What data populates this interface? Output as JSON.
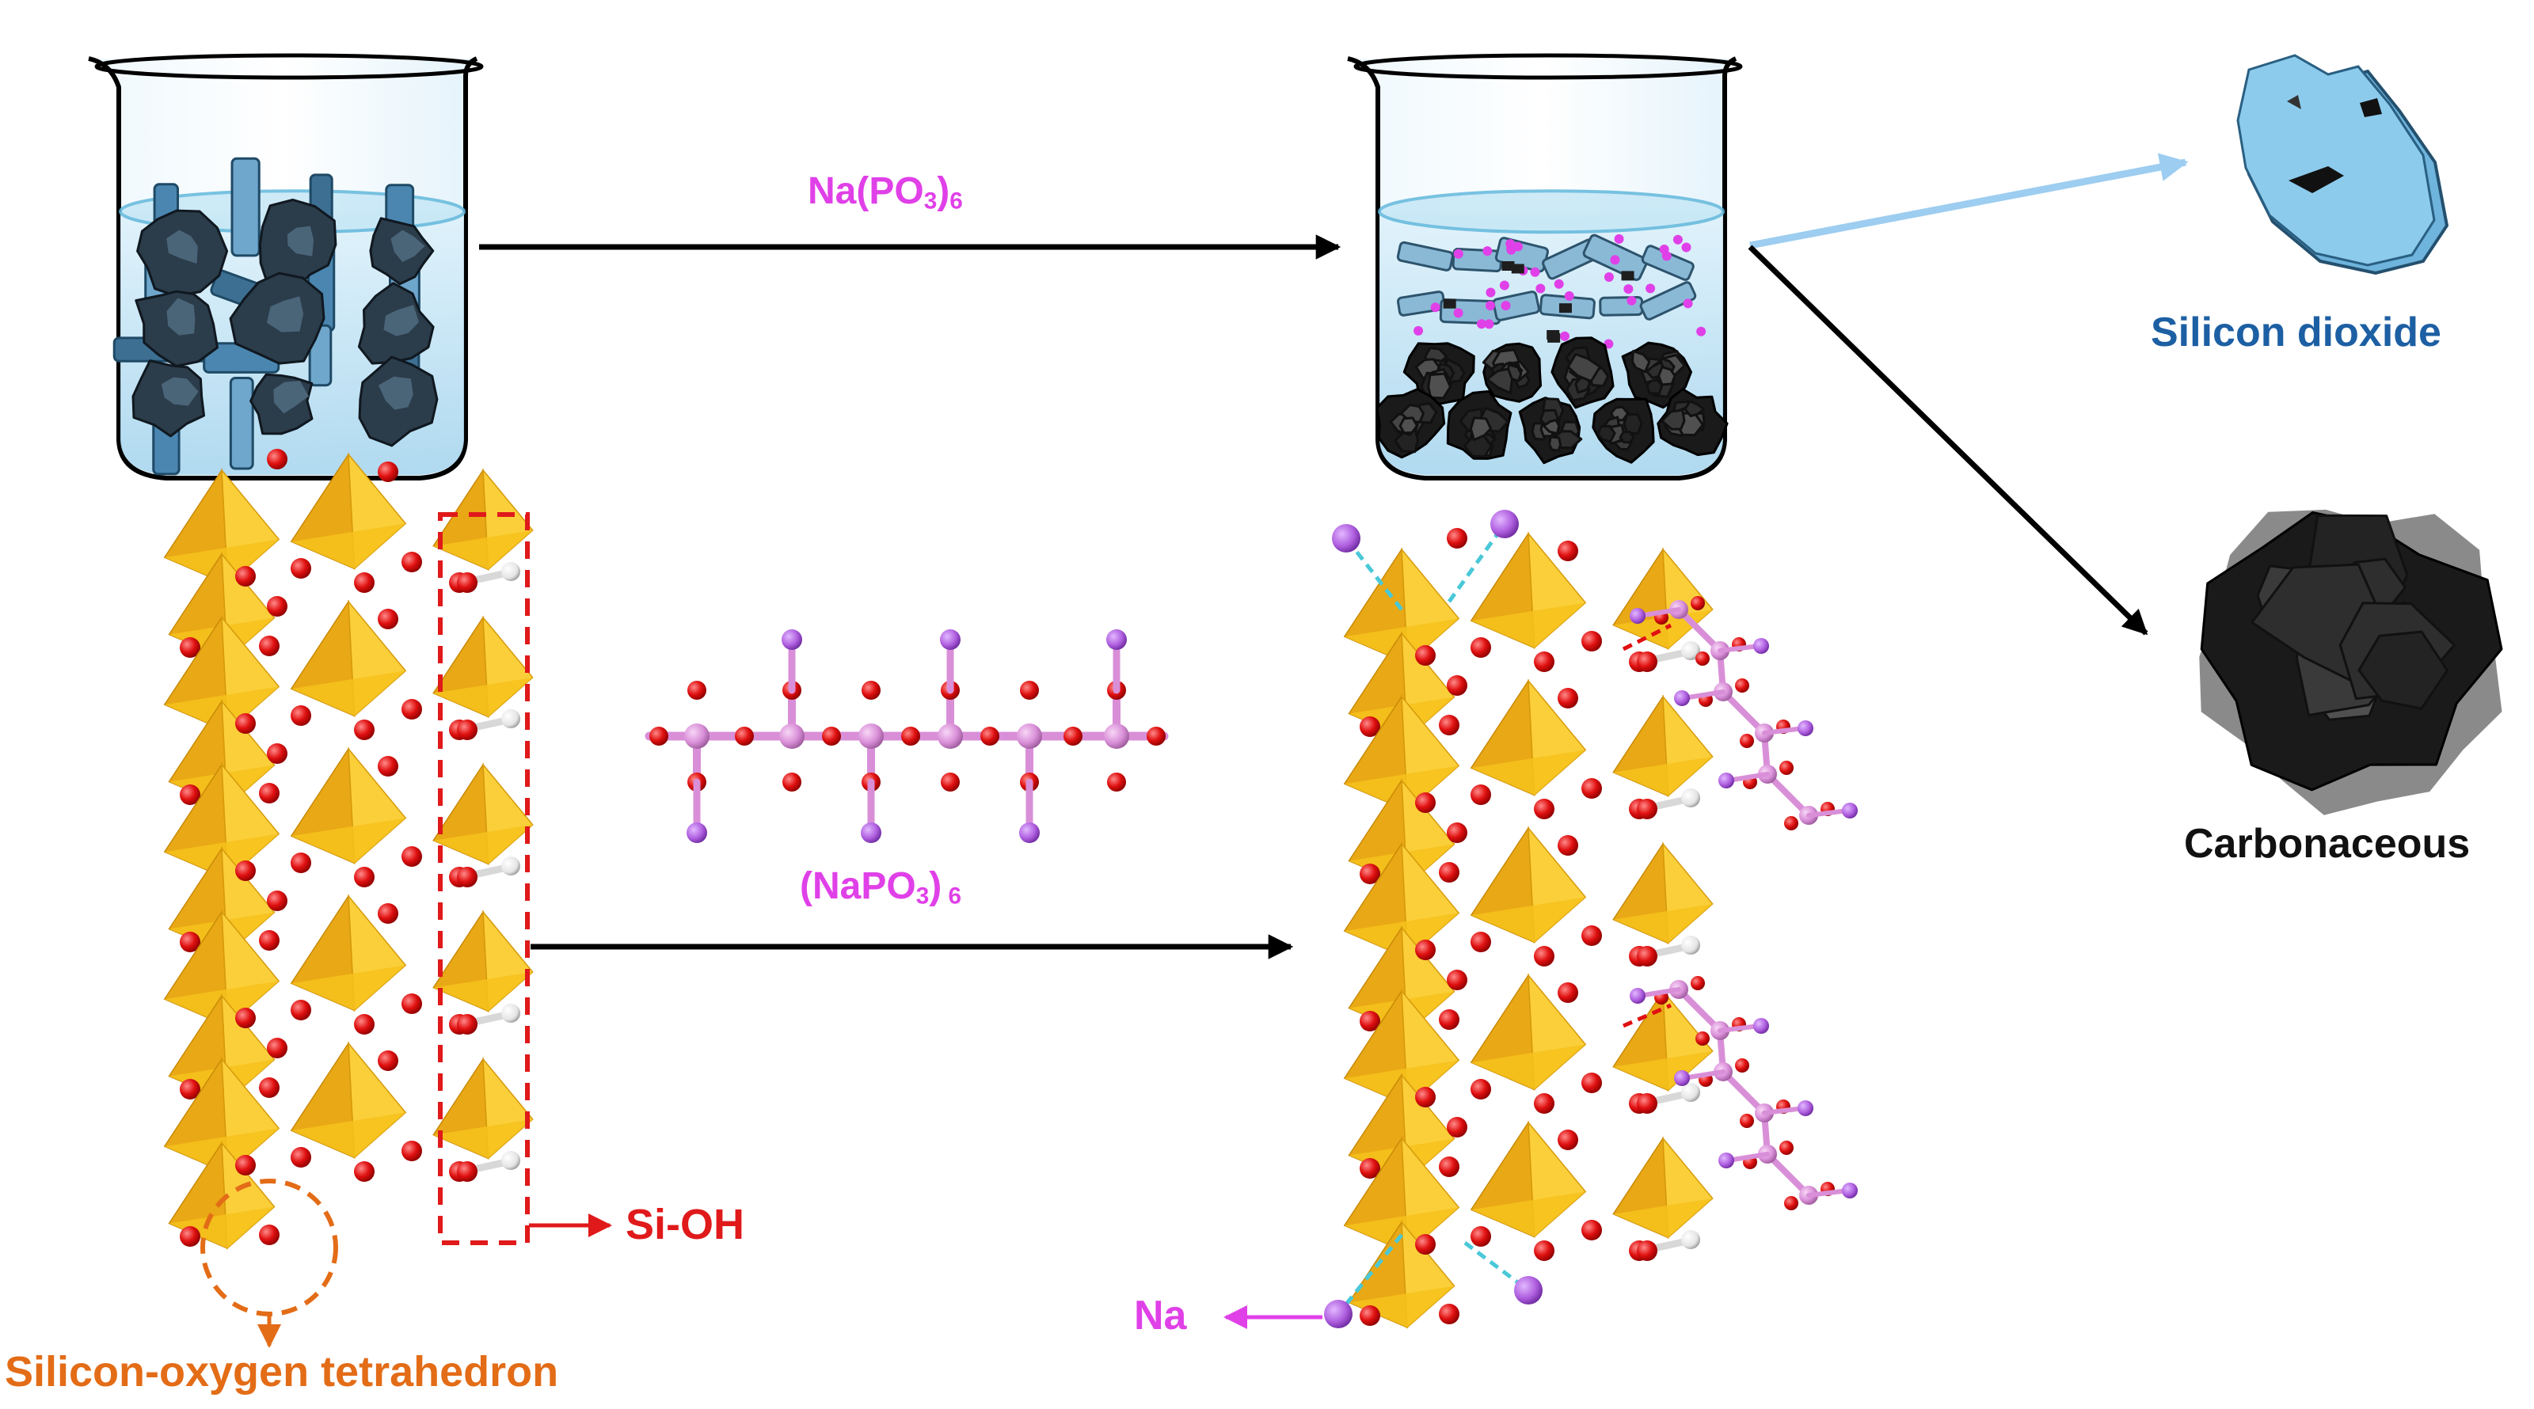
{
  "labels": {
    "reagent_top_main": "Na(PO",
    "reagent_top_sub_3": "3",
    "reagent_top_close": ")",
    "reagent_top_sub_6": "6",
    "reagent_mid_main": "(NaPO",
    "reagent_mid_sub_3": "3",
    "reagent_mid_close": ")",
    "reagent_mid_sub_6": " 6",
    "silicon_dioxide": "Silicon dioxide",
    "carbonaceous": "Carbonaceous",
    "si_oh": "Si-OH",
    "silicon_oxygen_tetrahedron": "Silicon-oxygen tetrahedron",
    "na": "Na"
  },
  "colors": {
    "tetrahedron_fill": "#f6c21c",
    "oxygen_atom": "#e01010",
    "hydrogen_atom": "#eeeeee",
    "phosphorus_atom": "#d98fd8",
    "sodium_atom": "#b060e0",
    "bond_dashed": "#49c8d8",
    "hbond_dashed": "#e01010",
    "sio2_particle": "#8ccbec",
    "carbon_particle": "#2a2a2a",
    "beaker_liquid": "#cfe9f6",
    "arrow": "#000000",
    "arrow_light": "#9dcdf0",
    "reagent_text": "#e040e8",
    "sio2_text": "#1d5fa3",
    "sioh_text": "#e0191a",
    "tetrahedron_text": "#e36c17"
  }
}
